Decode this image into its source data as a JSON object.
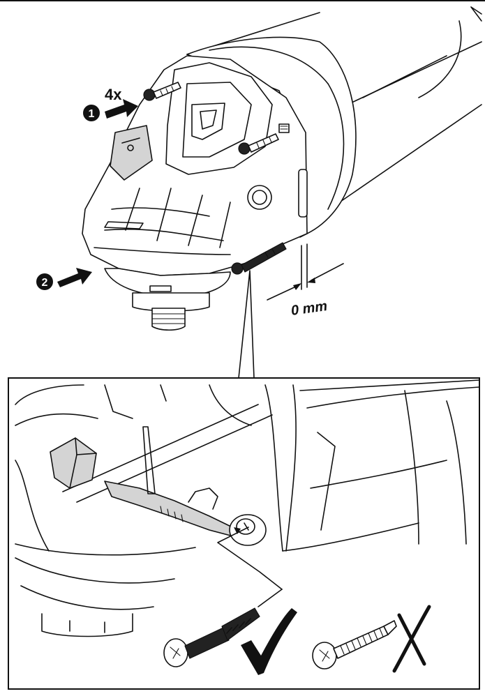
{
  "labels": {
    "screw_count": "4x",
    "step_1": "1",
    "step_2": "2",
    "gap": "0 mm"
  },
  "icons": {
    "correct": "check-mark-icon",
    "incorrect": "x-mark-icon"
  }
}
